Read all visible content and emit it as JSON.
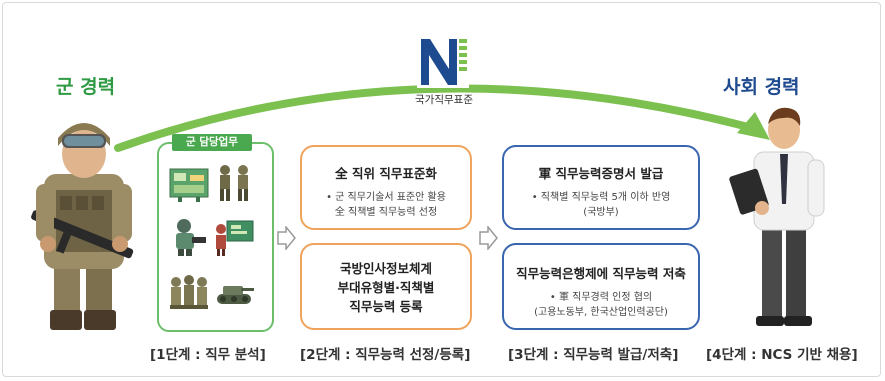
{
  "titles": {
    "military_career": "군 경력",
    "social_career": "사회 경력"
  },
  "ncs": {
    "caption": "국가직무표준"
  },
  "stage1": {
    "badge": "군 담당업무",
    "icons": [
      "map-board-icon",
      "soldiers-marching-icon",
      "communication-operator-icon",
      "briefing-icon",
      "troops-group-icon",
      "tank-icon"
    ]
  },
  "stage2": {
    "box1": {
      "title": "全 직위 직무표준화",
      "lines": [
        "• 군 직무기술서 표준안 활용",
        "全 직책별 직무능력 선정"
      ]
    },
    "box2": {
      "lines": [
        "국방인사정보체계",
        "부대유형별·직책별",
        "직무능력 등록"
      ]
    }
  },
  "stage3": {
    "box1": {
      "title": "軍 직무능력증명서 발급",
      "lines": [
        "• 직책별 직무능력 5개 이하 반영",
        "(국방부)"
      ]
    },
    "box2": {
      "title": "직무능력은행제에 직무능력 저축",
      "lines": [
        "• 軍 직무경력 인정 협의",
        "(고용노동부, 한국산업인력공단)"
      ]
    }
  },
  "steps": [
    "[1단계 : 직무 분석]",
    "[2단계 : 직무능력 선정/등록]",
    "[3단계 : 직무능력 발급/저축]",
    "[4단계 : NCS 기반 채용]"
  ],
  "colors": {
    "green": "#2f9a43",
    "blue": "#1e4a8f",
    "orange": "#f0a35c"
  }
}
